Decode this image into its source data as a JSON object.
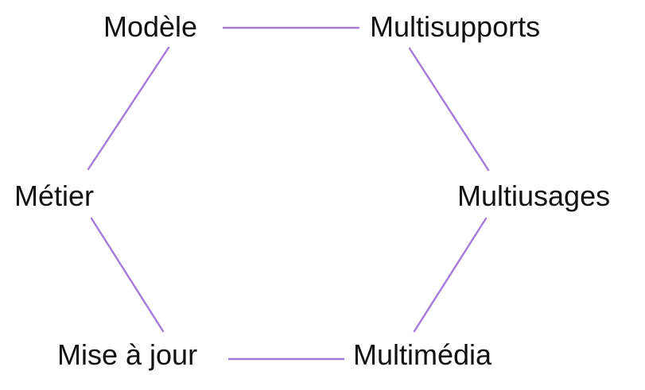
{
  "diagram": {
    "edge_color": "#a47ad8",
    "text_color": "#111111",
    "nodes": [
      {
        "id": "modele",
        "label": "Modèle"
      },
      {
        "id": "multisupports",
        "label": "Multisupports"
      },
      {
        "id": "multiusages",
        "label": "Multiusages"
      },
      {
        "id": "multimedia",
        "label": "Multimédia"
      },
      {
        "id": "mise-a-jour",
        "label": "Mise à jour"
      },
      {
        "id": "metier",
        "label": "Métier"
      }
    ],
    "edges": [
      {
        "from": "modele",
        "to": "multisupports"
      },
      {
        "from": "multisupports",
        "to": "multiusages"
      },
      {
        "from": "multiusages",
        "to": "multimedia"
      },
      {
        "from": "multimedia",
        "to": "mise-a-jour"
      },
      {
        "from": "mise-a-jour",
        "to": "metier"
      },
      {
        "from": "metier",
        "to": "modele"
      }
    ]
  }
}
